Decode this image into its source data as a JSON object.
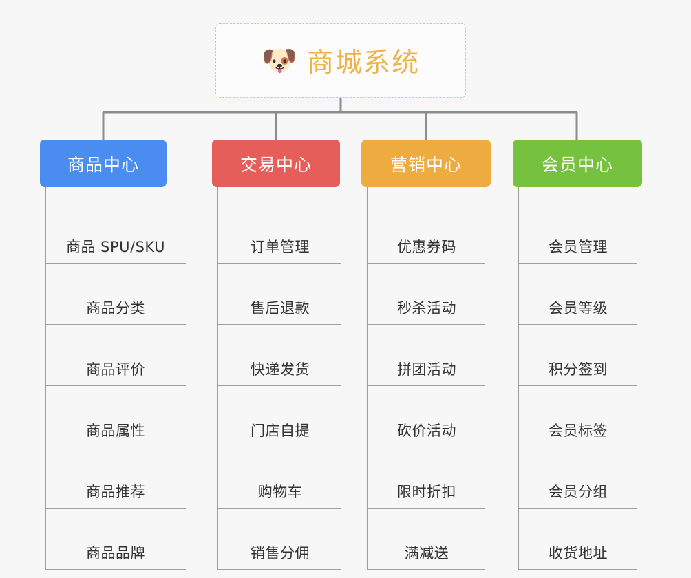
{
  "diagram": {
    "title": "商城系统",
    "type": "mindmap-tree",
    "background_color": "#f7f7f7"
  },
  "root": {
    "icon": "dog-face-emoji",
    "icon_glyph": "🐶",
    "label": "商城系统",
    "text_color": "#edb248",
    "border_color": "#f0c070",
    "background_color": "#fcfcfc"
  },
  "connector": {
    "color": "#8c8c8c",
    "leaf_rule_color": "#9e9e9e"
  },
  "branches": [
    {
      "label": "商品中心",
      "color": "#4a8cf0",
      "items": [
        "商品 SPU/SKU",
        "商品分类",
        "商品评价",
        "商品属性",
        "商品推荐",
        "商品品牌"
      ]
    },
    {
      "label": "交易中心",
      "color": "#e55e5a",
      "items": [
        "订单管理",
        "售后退款",
        "快递发货",
        "门店自提",
        "购物车",
        "销售分佣"
      ]
    },
    {
      "label": "营销中心",
      "color": "#eeab40",
      "items": [
        "优惠券码",
        "秒杀活动",
        "拼团活动",
        "砍价活动",
        "限时折扣",
        "满减送"
      ]
    },
    {
      "label": "会员中心",
      "color": "#76c23e",
      "items": [
        "会员管理",
        "会员等级",
        "积分签到",
        "会员标签",
        "会员分组",
        "收货地址"
      ]
    }
  ]
}
